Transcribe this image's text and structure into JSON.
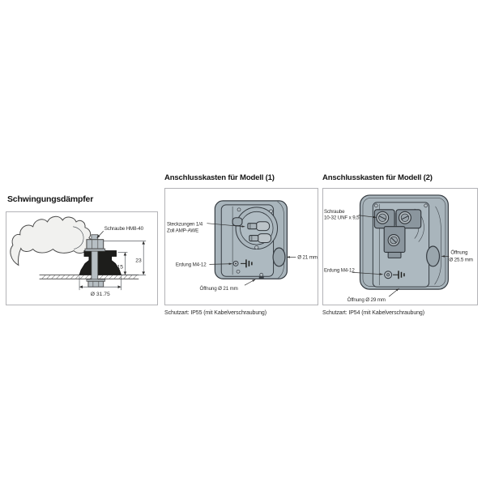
{
  "colors": {
    "box_fill": "#a9b5bc",
    "front_plate_fill": "#adb9c0",
    "terminal_block_fill": "#8b969e",
    "metal_fill": "#b7bfc4",
    "opening_fill": "#9aa6ad",
    "outline": "#343a40",
    "damper_rubber": "#1d1d1b",
    "bracket_fill": "#f1f1ef",
    "frame_border": "#b3b3b7",
    "text": "#2b2b2b",
    "heading": "#141414"
  },
  "panels": {
    "damper": {
      "title": "Schwingungsdämpfer",
      "labels": {
        "schraube": "Schraube HM8-40",
        "dim_inner": "15",
        "dim_outer": "23",
        "diameter": "Ø 31.75"
      }
    },
    "model1": {
      "title": "Anschlusskasten für Modell (1)",
      "labels": {
        "steckzungen_line1": "Steckzungen 1/4",
        "steckzungen_line2": "Zoll AMP-AWE",
        "erdung": "Erdung M4-12",
        "oeffnung_bottom": "Öffnung Ø 21 mm",
        "oeffnung_side": "Ø 21 mm"
      },
      "footer": "Schutzart: IP55 (mit Kabelverschraubung)"
    },
    "model2": {
      "title": "Anschlusskasten für Modell (2)",
      "labels": {
        "schraube_line1": "Schraube",
        "schraube_line2": "10-32 UNF x 9,5",
        "erdung": "Erdung M4-12",
        "oeffnung_bottom": "Öffnung Ø 29 mm",
        "oeffnung_side_line1": "Öffnung",
        "oeffnung_side_line2": "Ø 25.5 mm"
      },
      "footer": "Schutzart: IP54 (mit Kabelverschraubung)"
    }
  }
}
